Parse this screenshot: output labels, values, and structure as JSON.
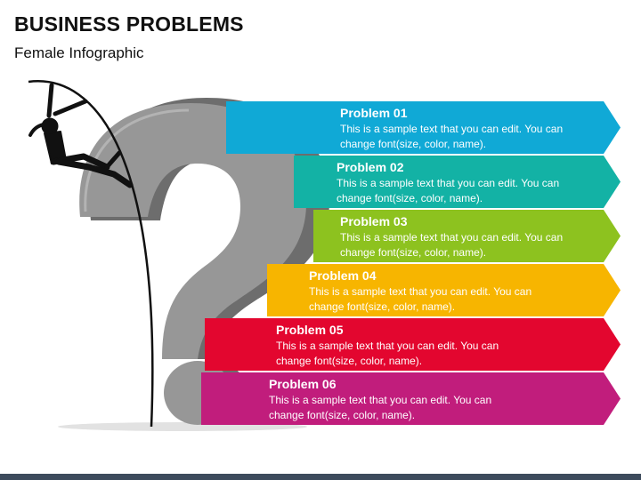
{
  "title": "BUSINESS PROBLEMS",
  "subtitle": "Female Infographic",
  "problems": [
    {
      "label": "Problem 01",
      "text": "This is a sample text that you can edit. You can change font(size, color, name).",
      "color": "#10a9d6"
    },
    {
      "label": "Problem 02",
      "text": "This is a sample text that you can edit. You can change font(size, color, name).",
      "color": "#13b2a5"
    },
    {
      "label": "Problem 03",
      "text": "This is a sample text that you can edit. You can change font(size, color, name).",
      "color": "#8dc21f"
    },
    {
      "label": "Problem 04",
      "text": "This is a sample text that you can edit. You can change font(size, color, name).",
      "color": "#f7b500"
    },
    {
      "label": "Problem 05",
      "text": "This is a sample text that you can edit. You can change font(size, color, name).",
      "color": "#e3062f"
    },
    {
      "label": "Problem 06",
      "text": "This is a sample text that you can edit. You can change font(size, color, name).",
      "color": "#c11d7c"
    }
  ]
}
